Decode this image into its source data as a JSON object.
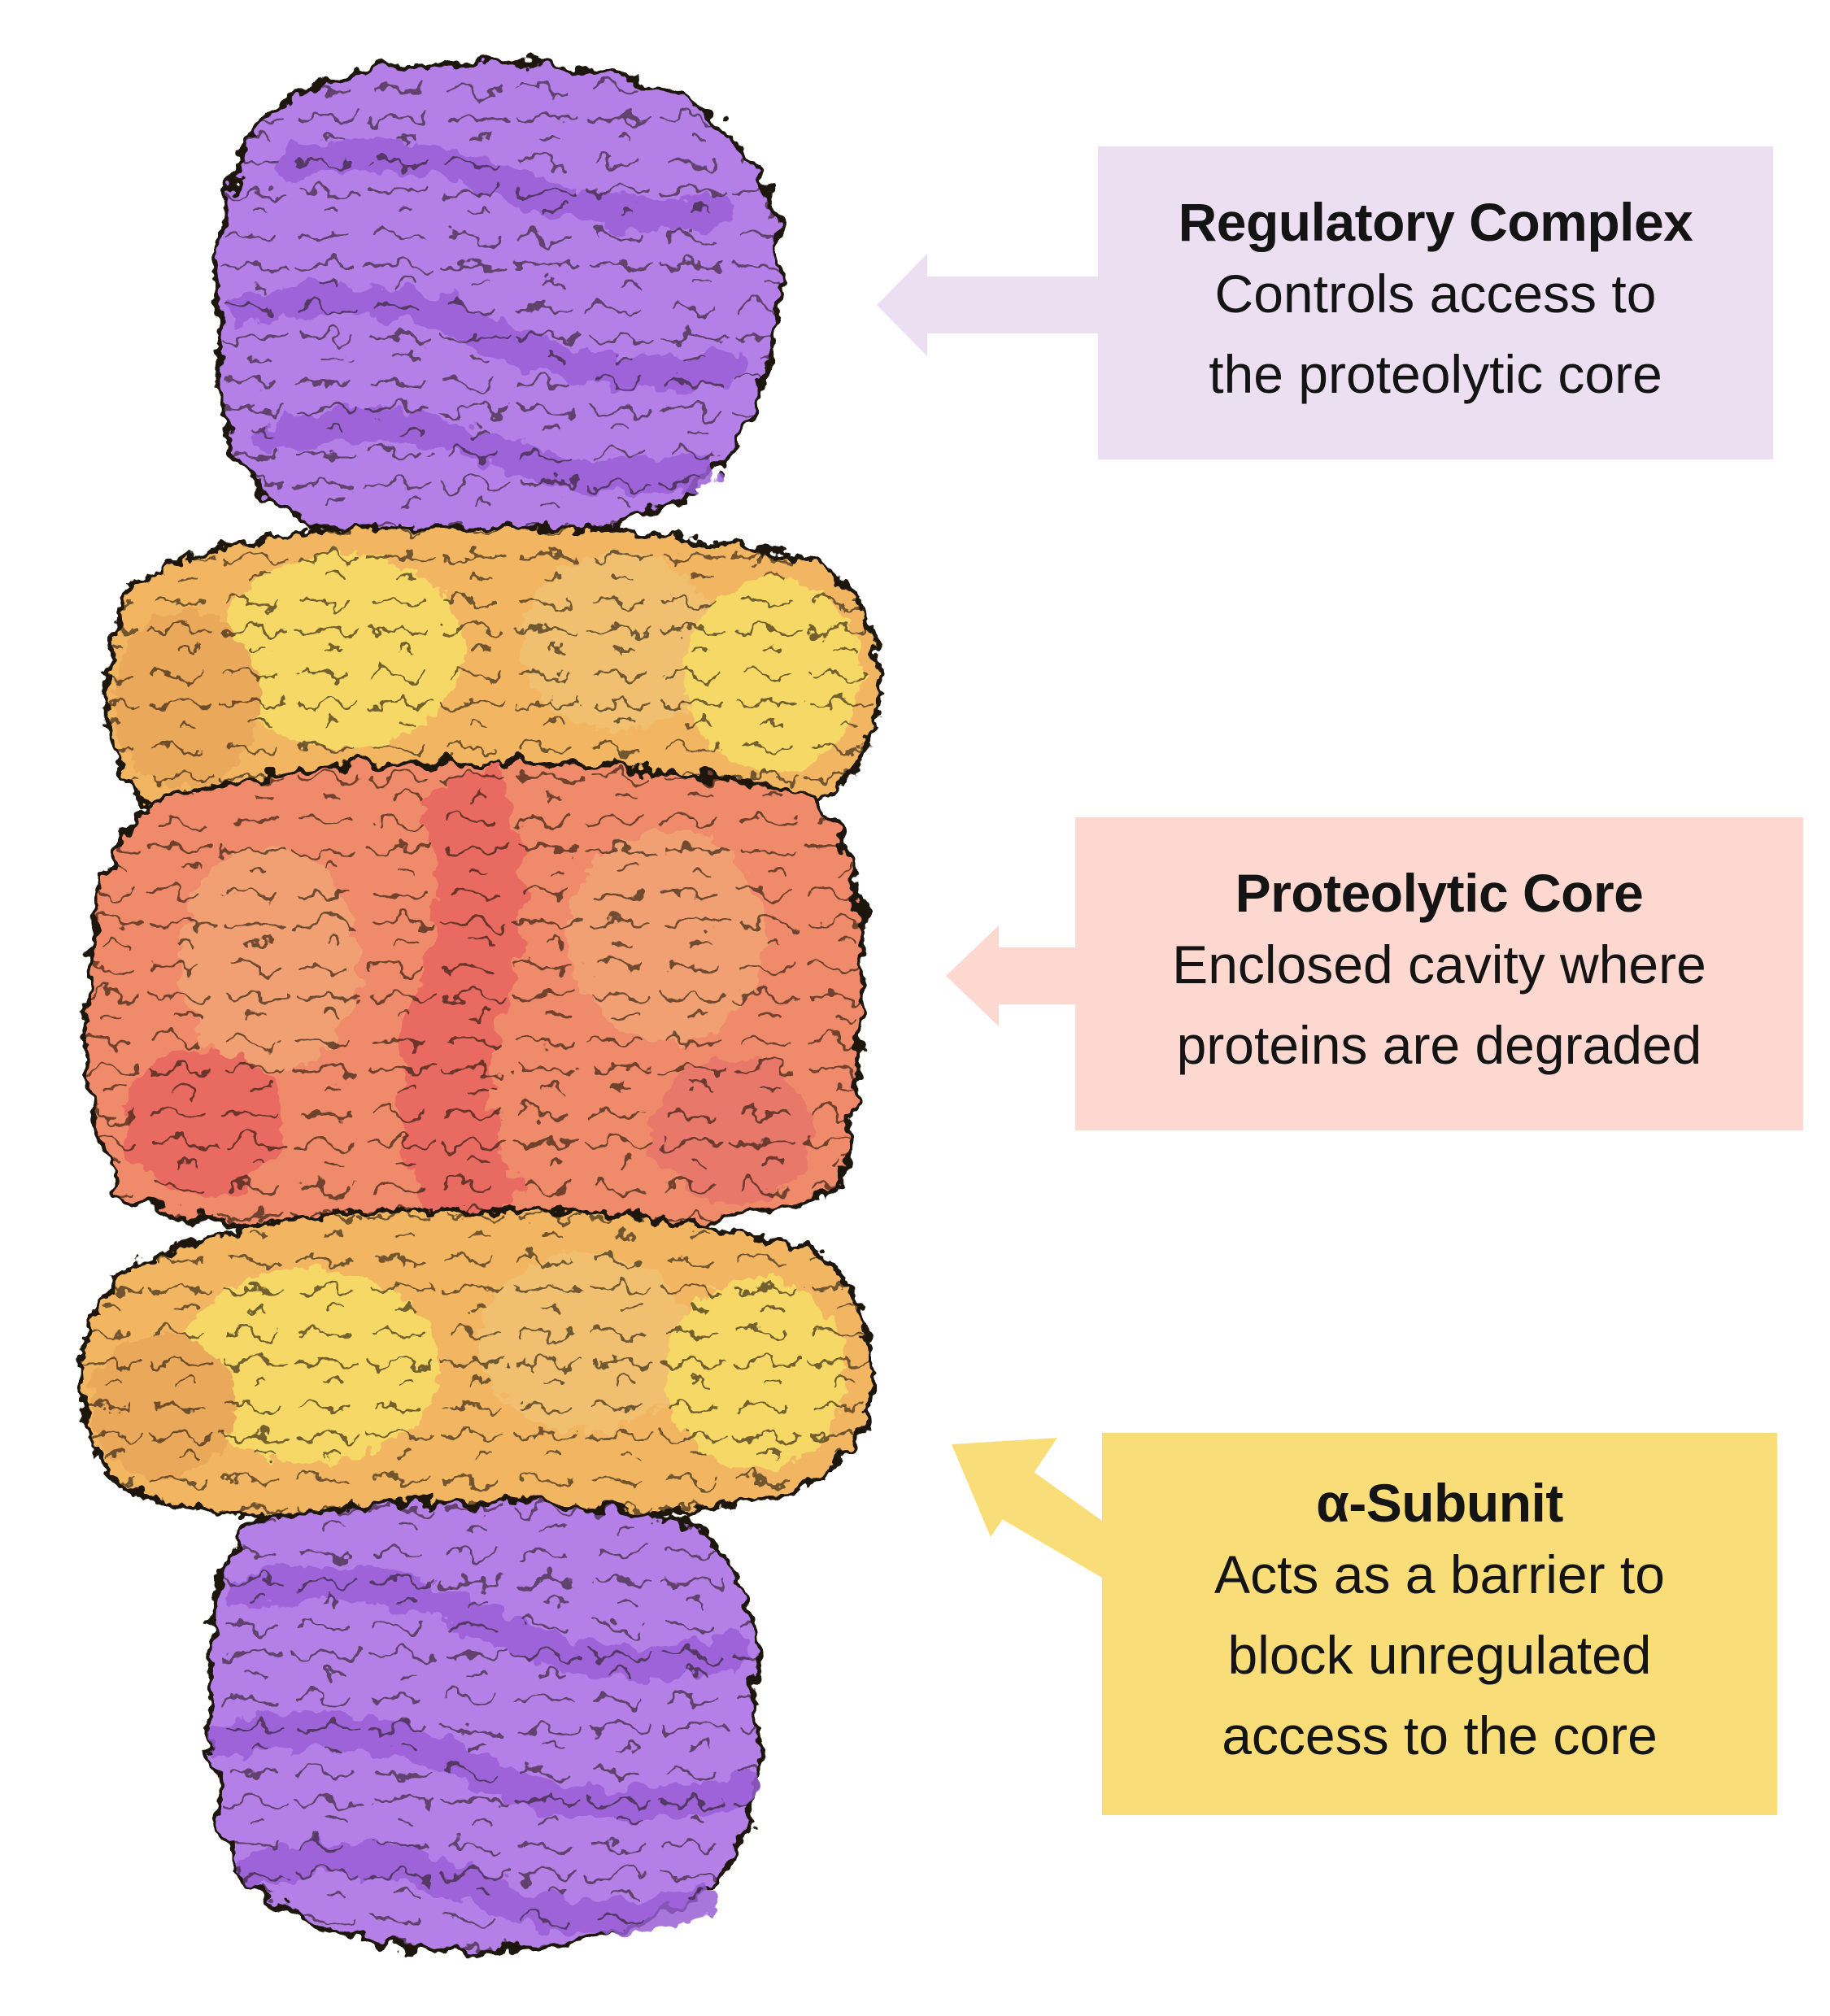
{
  "colors": {
    "background": "#ffffff",
    "regulatory_purple": "#b57fe8",
    "regulatory_purple_dark": "#9a5fd6",
    "alpha_yellow": "#f6d866",
    "alpha_orange": "#f2b664",
    "core_salmon": "#ef8a6a",
    "core_red": "#e86a60",
    "outline": "#1a1208",
    "callout_regulatory_bg": "#ecdff2",
    "callout_core_bg": "#fcd8d0",
    "callout_alpha_bg": "#f8dd78"
  },
  "callouts": [
    {
      "id": "regulatory",
      "title": "Regulatory Complex",
      "lines": [
        "Controls access to",
        "the proteolytic core"
      ]
    },
    {
      "id": "core",
      "title": "Proteolytic Core",
      "lines": [
        "Enclosed cavity where",
        "proteins are degraded"
      ]
    },
    {
      "id": "alpha",
      "title": "α-Subunit",
      "lines": [
        "Acts as a barrier to",
        "block unregulated",
        "access to the core"
      ]
    }
  ]
}
